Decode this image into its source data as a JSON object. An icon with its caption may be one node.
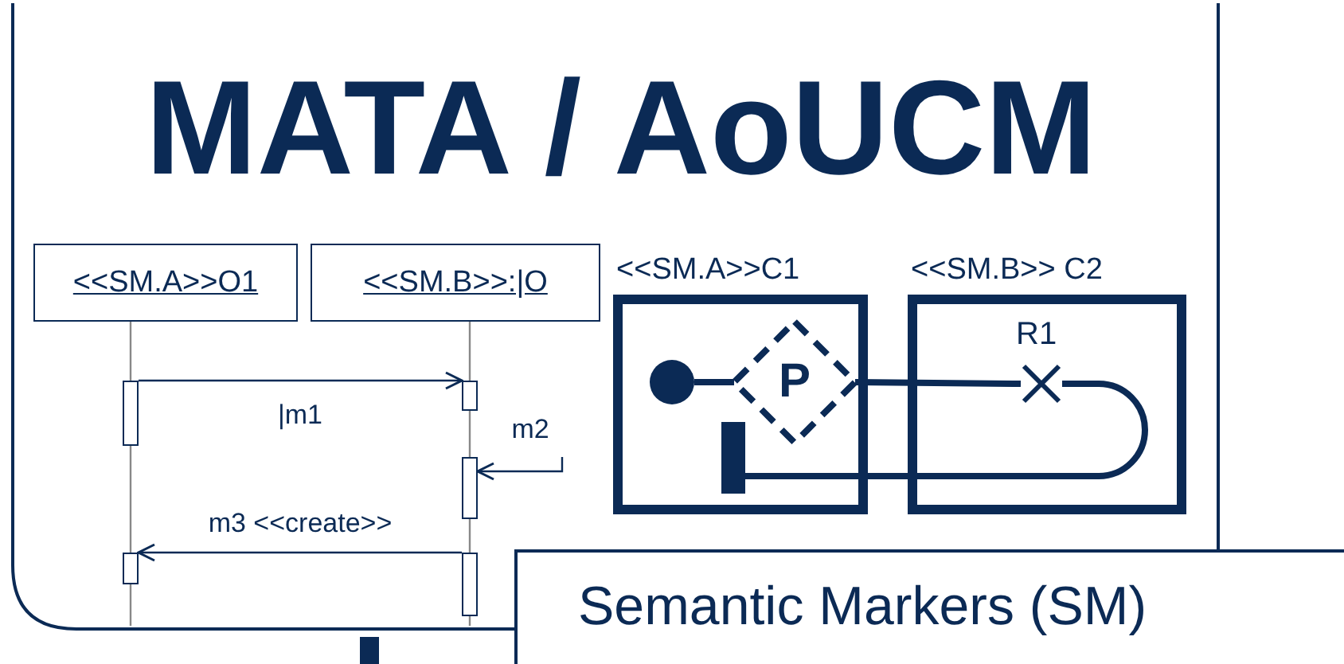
{
  "diagram": {
    "title": "MATA / AoUCM",
    "nodes": [
      {
        "text": [
          "<<SM.A>>O1"
        ]
      },
      {
        "text": [
          "<<SM.B>>:|O"
        ]
      },
      {
        "text": [],
        "shape": "bar"
      },
      {
        "text": [],
        "shape": "bar"
      },
      {
        "text": [],
        "shape": "bar"
      },
      {
        "text": [],
        "shape": "bar"
      },
      {
        "text": [],
        "shape": "bar"
      },
      {
        "text": [
          "<<SM.A>>C1"
        ]
      },
      {
        "text": [
          "<<SM.B>> C2"
        ]
      },
      {
        "text": [],
        "shape": "circle",
        "in": 7
      },
      {
        "text": [
          "P"
        ],
        "in": 7
      },
      {
        "text": [
          "R1"
        ],
        "in": 8
      },
      {
        "text": [],
        "shape": "bar",
        "in": 7
      },
      {
        "text": [
          "Semantic Markers (SM)"
        ]
      }
    ],
    "edges": [
      {
        "from": 2,
        "to": 3,
        "arrow": "to",
        "label": "|m1",
        "color": "#0b2a55"
      },
      {
        "from": null,
        "to": 4,
        "arrow": "to",
        "label": "m2",
        "color": "#0b2a55"
      },
      {
        "from": 6,
        "to": 5,
        "arrow": "to",
        "label": "m3 <<create>>",
        "color": "#0b2a55"
      },
      {
        "from": 9,
        "to": 10,
        "arrow": "none",
        "style": "thick",
        "color": "#0b2a55"
      },
      {
        "from": 10,
        "to": 11,
        "arrow": "none",
        "style": "thick",
        "color": "#0b2a55"
      },
      {
        "from": 11,
        "to": 12,
        "arrow": "none",
        "style": "thick",
        "color": "#0b2a55"
      },
      {
        "from": 0,
        "to": 2,
        "arrow": "none",
        "color": "#888888"
      },
      {
        "from": 2,
        "to": 5,
        "arrow": "none",
        "color": "#888888"
      },
      {
        "from": 5,
        "to": null,
        "arrow": "none",
        "color": "#888888"
      },
      {
        "from": 1,
        "to": 3,
        "arrow": "none",
        "color": "#888888"
      },
      {
        "from": 3,
        "to": 4,
        "arrow": "none",
        "color": "#888888"
      },
      {
        "from": 4,
        "to": 6,
        "arrow": "none",
        "color": "#888888"
      },
      {
        "from": 6,
        "to": null,
        "arrow": "none",
        "color": "#888888"
      }
    ]
  }
}
